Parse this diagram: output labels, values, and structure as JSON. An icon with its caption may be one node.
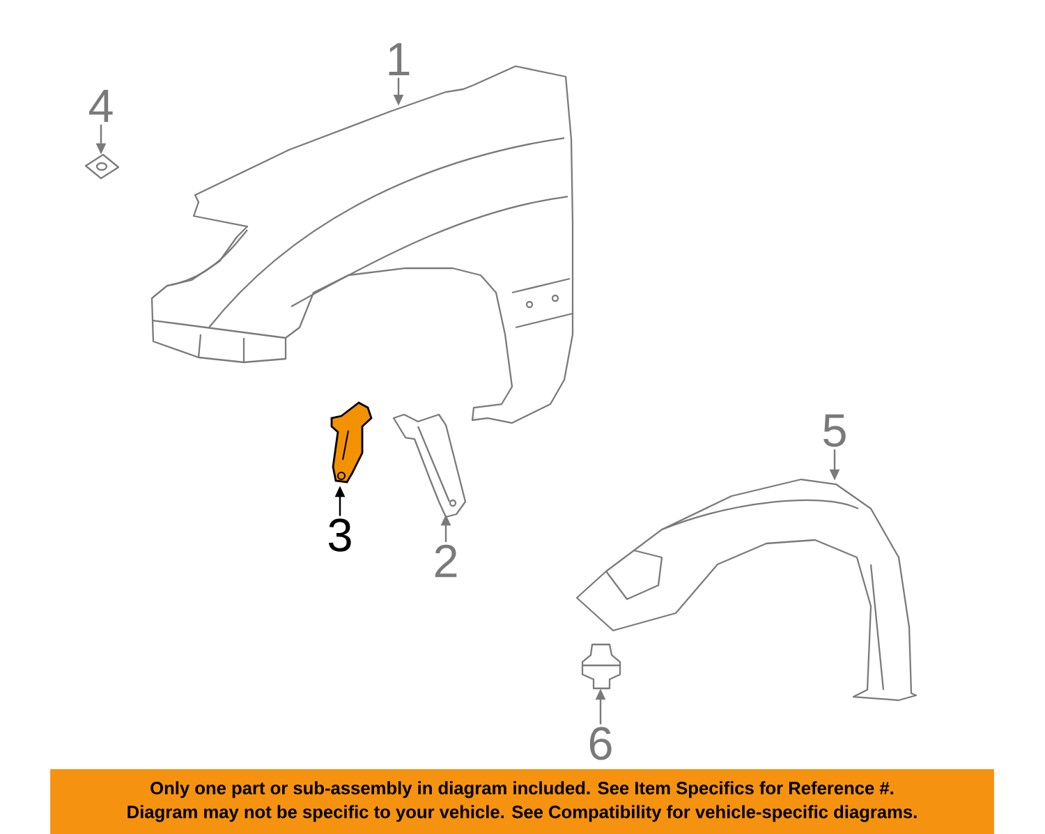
{
  "diagram": {
    "nodes": [
      {
        "text": [
          "1"
        ]
      },
      {
        "text": [],
        "shape": "picture"
      },
      {
        "text": [
          "4"
        ]
      },
      {
        "text": [],
        "shape": "picture"
      },
      {
        "text": [
          "3"
        ]
      },
      {
        "text": [],
        "shape": "picture"
      },
      {
        "text": [
          "2"
        ]
      },
      {
        "text": [],
        "shape": "picture"
      },
      {
        "text": [
          "5"
        ]
      },
      {
        "text": [],
        "shape": "picture"
      },
      {
        "text": [
          "6"
        ]
      },
      {
        "text": [],
        "shape": "picture"
      },
      {
        "text": [
          "Only one part or sub-assembly in diagram included. See Item Specifics for Reference #.",
          "Diagram may not be specific to your vehicle. See Compatibility for vehicle-specific diagrams."
        ]
      }
    ],
    "edges": [
      {
        "from": 0,
        "to": 1,
        "arrow": "to"
      },
      {
        "from": 2,
        "to": 3,
        "arrow": "to"
      },
      {
        "from": 4,
        "to": 5,
        "arrow": "to",
        "color": "#000000"
      },
      {
        "from": 6,
        "to": 7,
        "arrow": "to"
      },
      {
        "from": 8,
        "to": 9,
        "arrow": "to"
      },
      {
        "from": 10,
        "to": 11,
        "arrow": "to"
      }
    ]
  }
}
